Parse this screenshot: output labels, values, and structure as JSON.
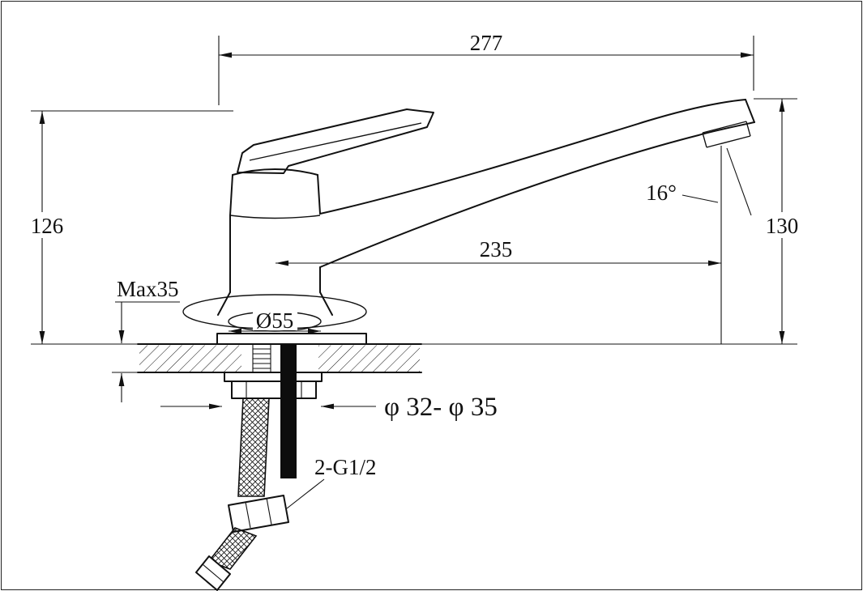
{
  "meta": {
    "title": "Single-lever kitchen faucet installation drawing",
    "view": "side elevation with deck cross-section",
    "units_implied": "mm"
  },
  "labels": {
    "overall_width": "277",
    "body_height": "126",
    "spout_height": "130",
    "spout_reach": "235",
    "aerator_angle": "16°",
    "max_deck_thickness": "Max35",
    "base_diameter": "Ø55",
    "mounting_hole_range": "φ 32- φ 35",
    "supply_connection": "2-G1/2"
  },
  "colors": {
    "ink": "#111111",
    "paper": "#ffffff",
    "pipe_fill": "#0d0d0d"
  }
}
